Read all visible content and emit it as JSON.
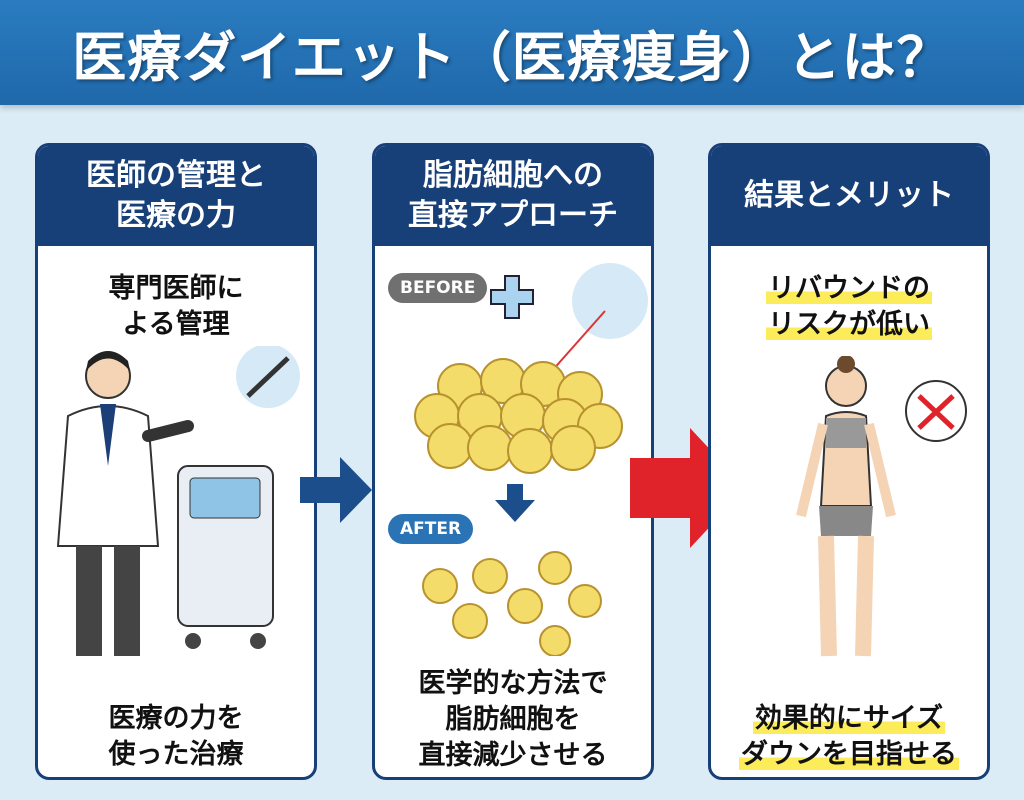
{
  "title": "医療ダイエット（医療痩身）とは？",
  "panels": [
    {
      "heading": [
        "医師の管理と",
        "医療の力"
      ],
      "top_text": [
        "専門医師に",
        "よる管理"
      ],
      "bottom_text": [
        "医療の力を",
        "使った治療"
      ]
    },
    {
      "heading": [
        "脂肪細胞への",
        "直接アプローチ"
      ],
      "before_label": "BEFORE",
      "after_label": "AFTER",
      "bottom_text": [
        "医学的な方法で",
        "脂肪細胞を",
        "直接減少させる"
      ]
    },
    {
      "heading": [
        "結果とメリット"
      ],
      "top_text": [
        "リバウンドの",
        "リスクが低い"
      ],
      "bottom_text": [
        "効果的にサイズ",
        "ダウンを目指せる"
      ]
    }
  ],
  "colors": {
    "header": "#1f68aa",
    "panel_navy": "#173f78",
    "background": "#dcecf7",
    "highlight": "#fdec5a",
    "red_arrow": "#e0222a",
    "fat_cell": "#f3dc6a"
  }
}
